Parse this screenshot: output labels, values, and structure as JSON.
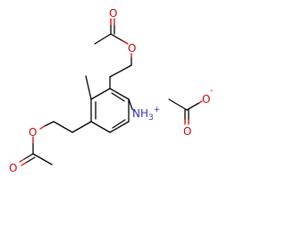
{
  "structure": {
    "atoms": {
      "o_ester1": "O",
      "o_carbonyl1": "O",
      "o_ester2": "O",
      "o_carbonyl2": "O",
      "o_acetate_carbonyl": "O",
      "o_acetate_minus": "O",
      "acetate_charge": "-",
      "n_ammonium": "NH",
      "n_subscript": "3",
      "n_charge": "+"
    }
  },
  "colors": {
    "oxygen": "#d40000",
    "nitrogen": "#3030c8",
    "bond": "#000000"
  }
}
